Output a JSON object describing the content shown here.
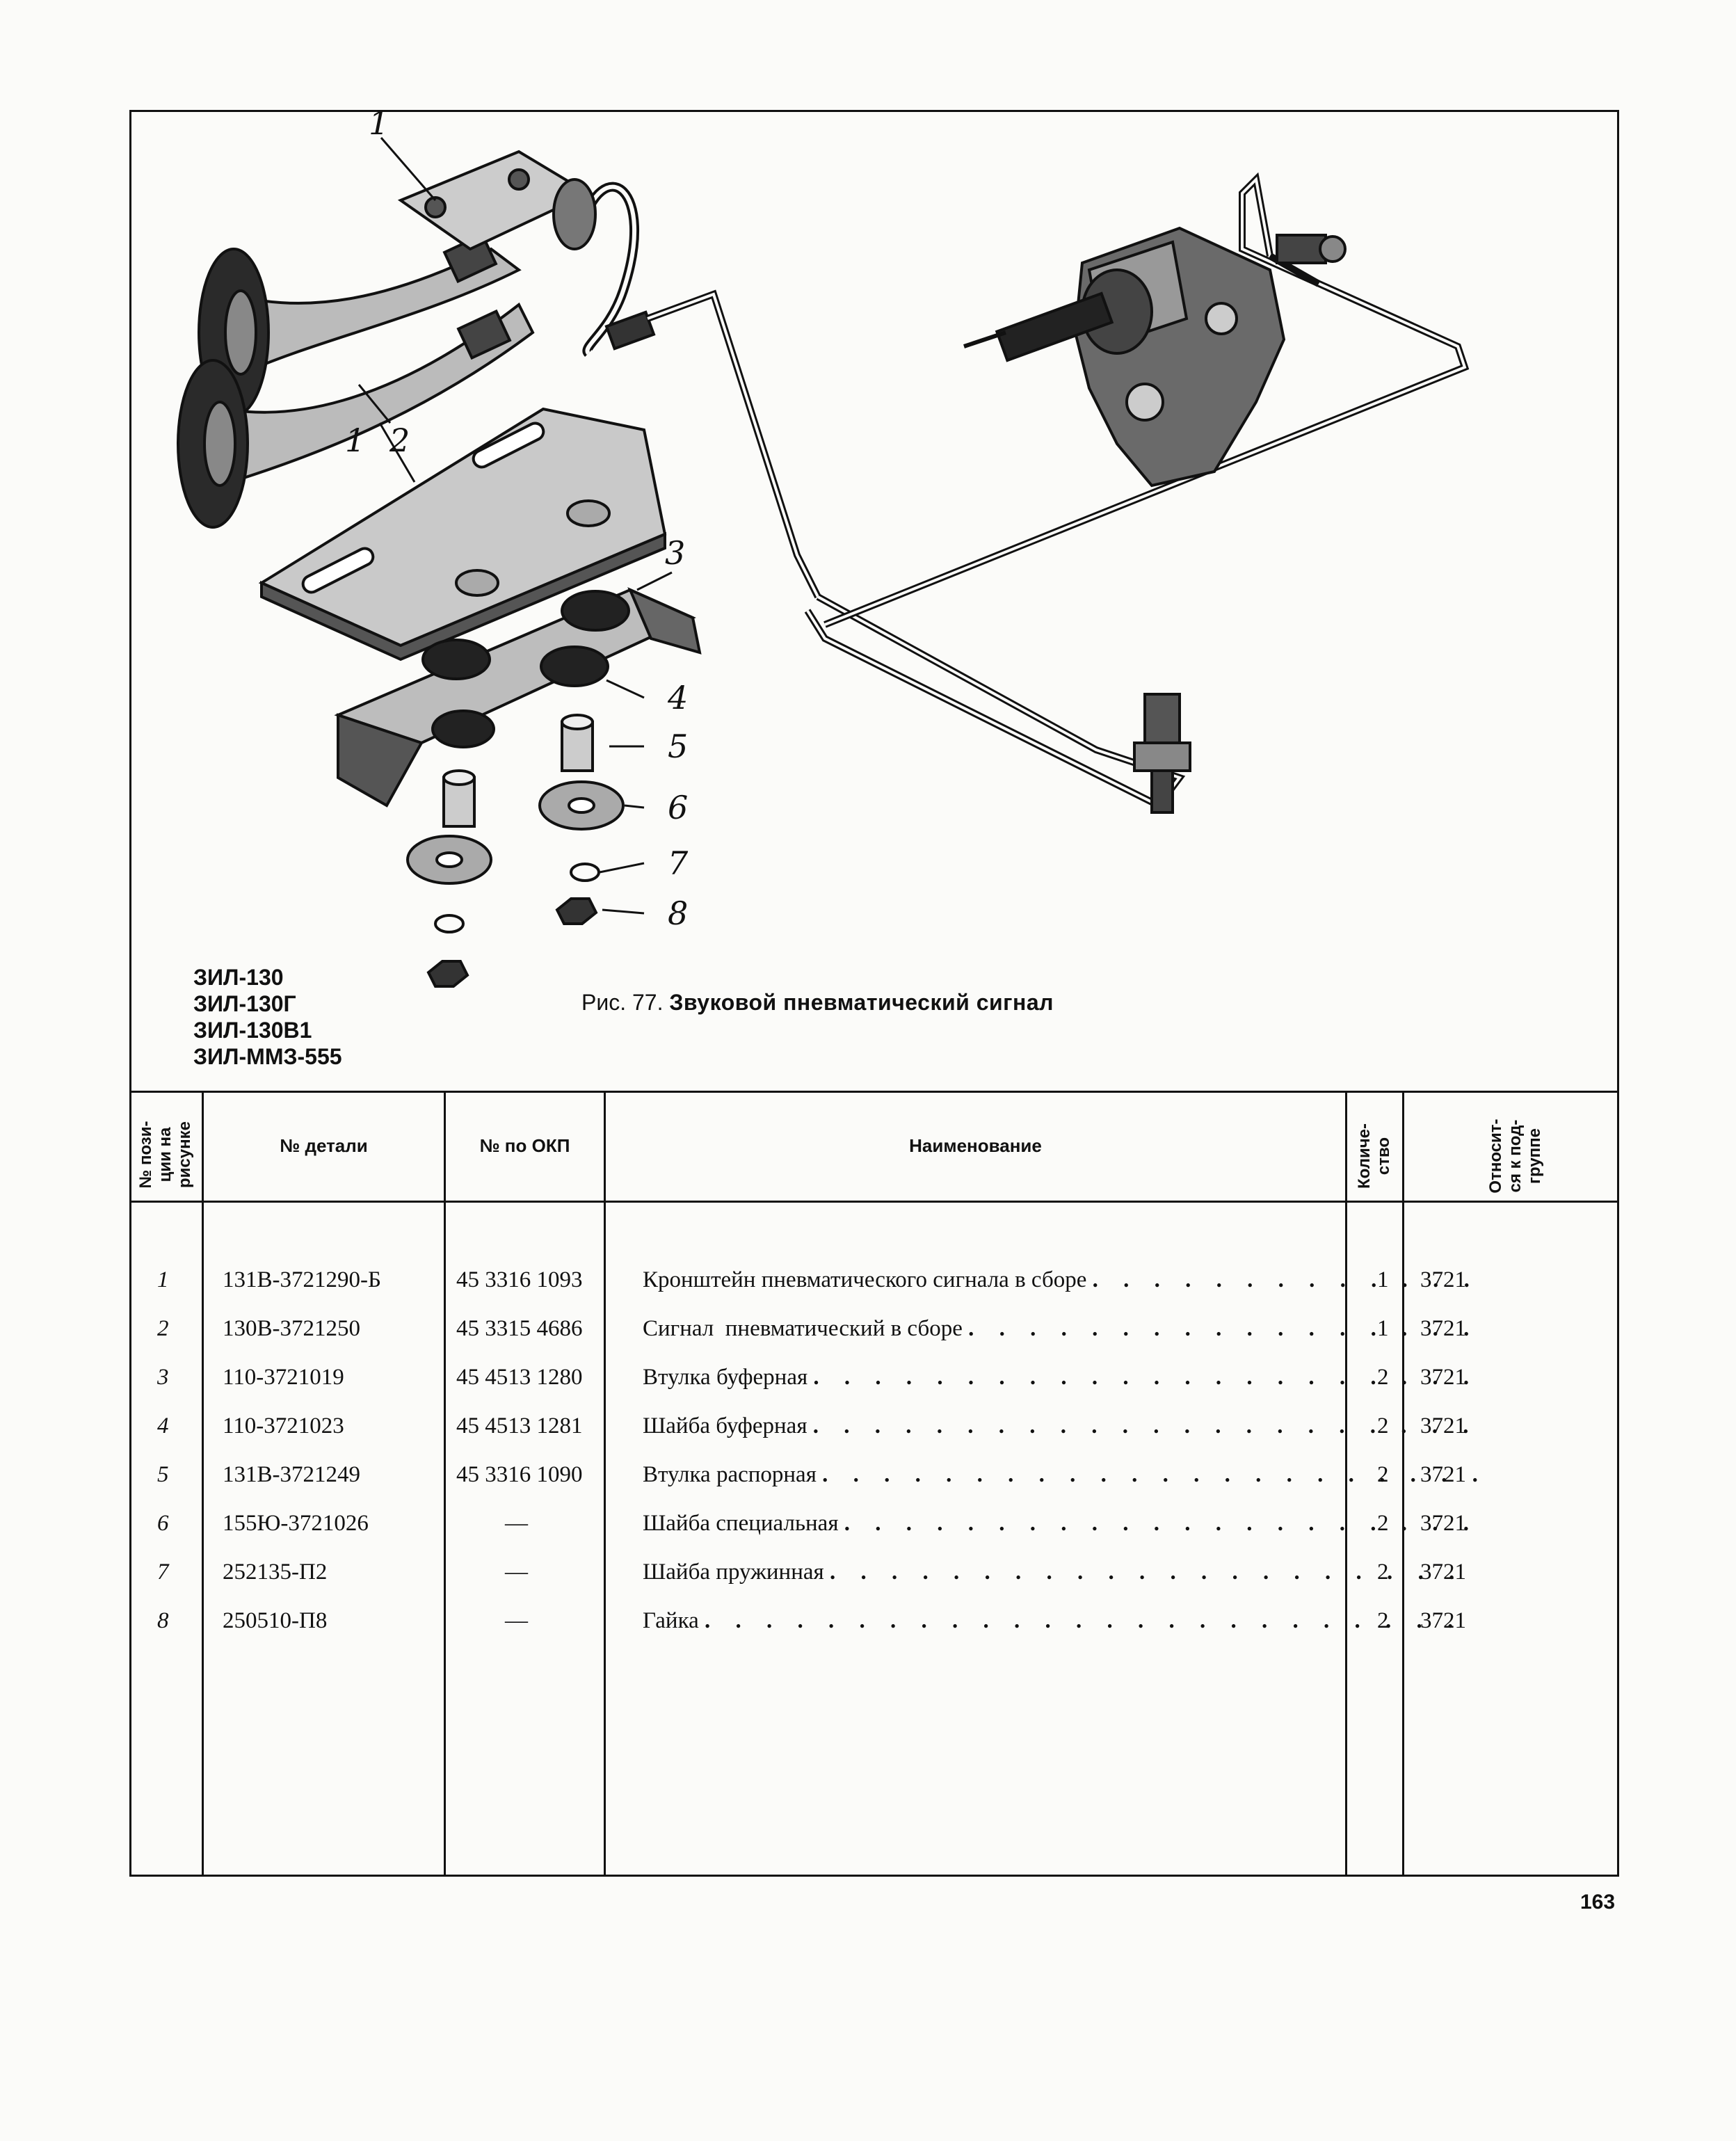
{
  "figure": {
    "callouts": [
      "1",
      "2",
      "1",
      "3",
      "4",
      "5",
      "6",
      "7",
      "8"
    ],
    "models": [
      "ЗИЛ-130",
      "ЗИЛ-130Г",
      "ЗИЛ-130В1",
      "ЗИЛ-ММЗ-555"
    ],
    "caption_num": "Рис. 77.",
    "caption_title": "Звуковой пневматический сигнал"
  },
  "table": {
    "headers": {
      "pos": [
        "№ пози-",
        "ции на",
        "рисунке"
      ],
      "part": "№ детали",
      "okp": "№ по ОКП",
      "name": "Наименование",
      "qty": [
        "Количе-",
        "ство"
      ],
      "group": [
        "Относит-",
        "ся к под-",
        "группе"
      ]
    },
    "rows": [
      {
        "pos": "1",
        "part": "131В-3721290-Б",
        "okp": "45 3316 1093",
        "name": "Кронштейн пневматического сигнала в сборе",
        "qty": "1",
        "group": "3721"
      },
      {
        "pos": "2",
        "part": "130В-3721250",
        "okp": "45 3315 4686",
        "name": "Сигнал  пневматический в сборе",
        "qty": "1",
        "group": "3721"
      },
      {
        "pos": "3",
        "part": "110-3721019",
        "okp": "45 4513 1280",
        "name": "Втулка буферная",
        "qty": "2",
        "group": "3721"
      },
      {
        "pos": "4",
        "part": "110-3721023",
        "okp": "45 4513 1281",
        "name": "Шайба буферная",
        "qty": "2",
        "group": "3721"
      },
      {
        "pos": "5",
        "part": "131В-3721249",
        "okp": "45 3316 1090",
        "name": "Втулка распорная",
        "qty": "2",
        "group": "3721"
      },
      {
        "pos": "6",
        "part": "155Ю-3721026",
        "okp": "—",
        "name": "Шайба специальная",
        "qty": "2",
        "group": "3721"
      },
      {
        "pos": "7",
        "part": "252135-П2",
        "okp": "—",
        "name": "Шайба пружинная",
        "qty": "2",
        "group": "3721"
      },
      {
        "pos": "8",
        "part": "250510-П8",
        "okp": "—",
        "name": "Гайка",
        "qty": "2",
        "group": "3721"
      }
    ]
  },
  "dots": ". . . . . . . . . . . . . . . . . . . . . . . . . . . . . . . . . . . . . . . . . . . .",
  "page_number": "163"
}
